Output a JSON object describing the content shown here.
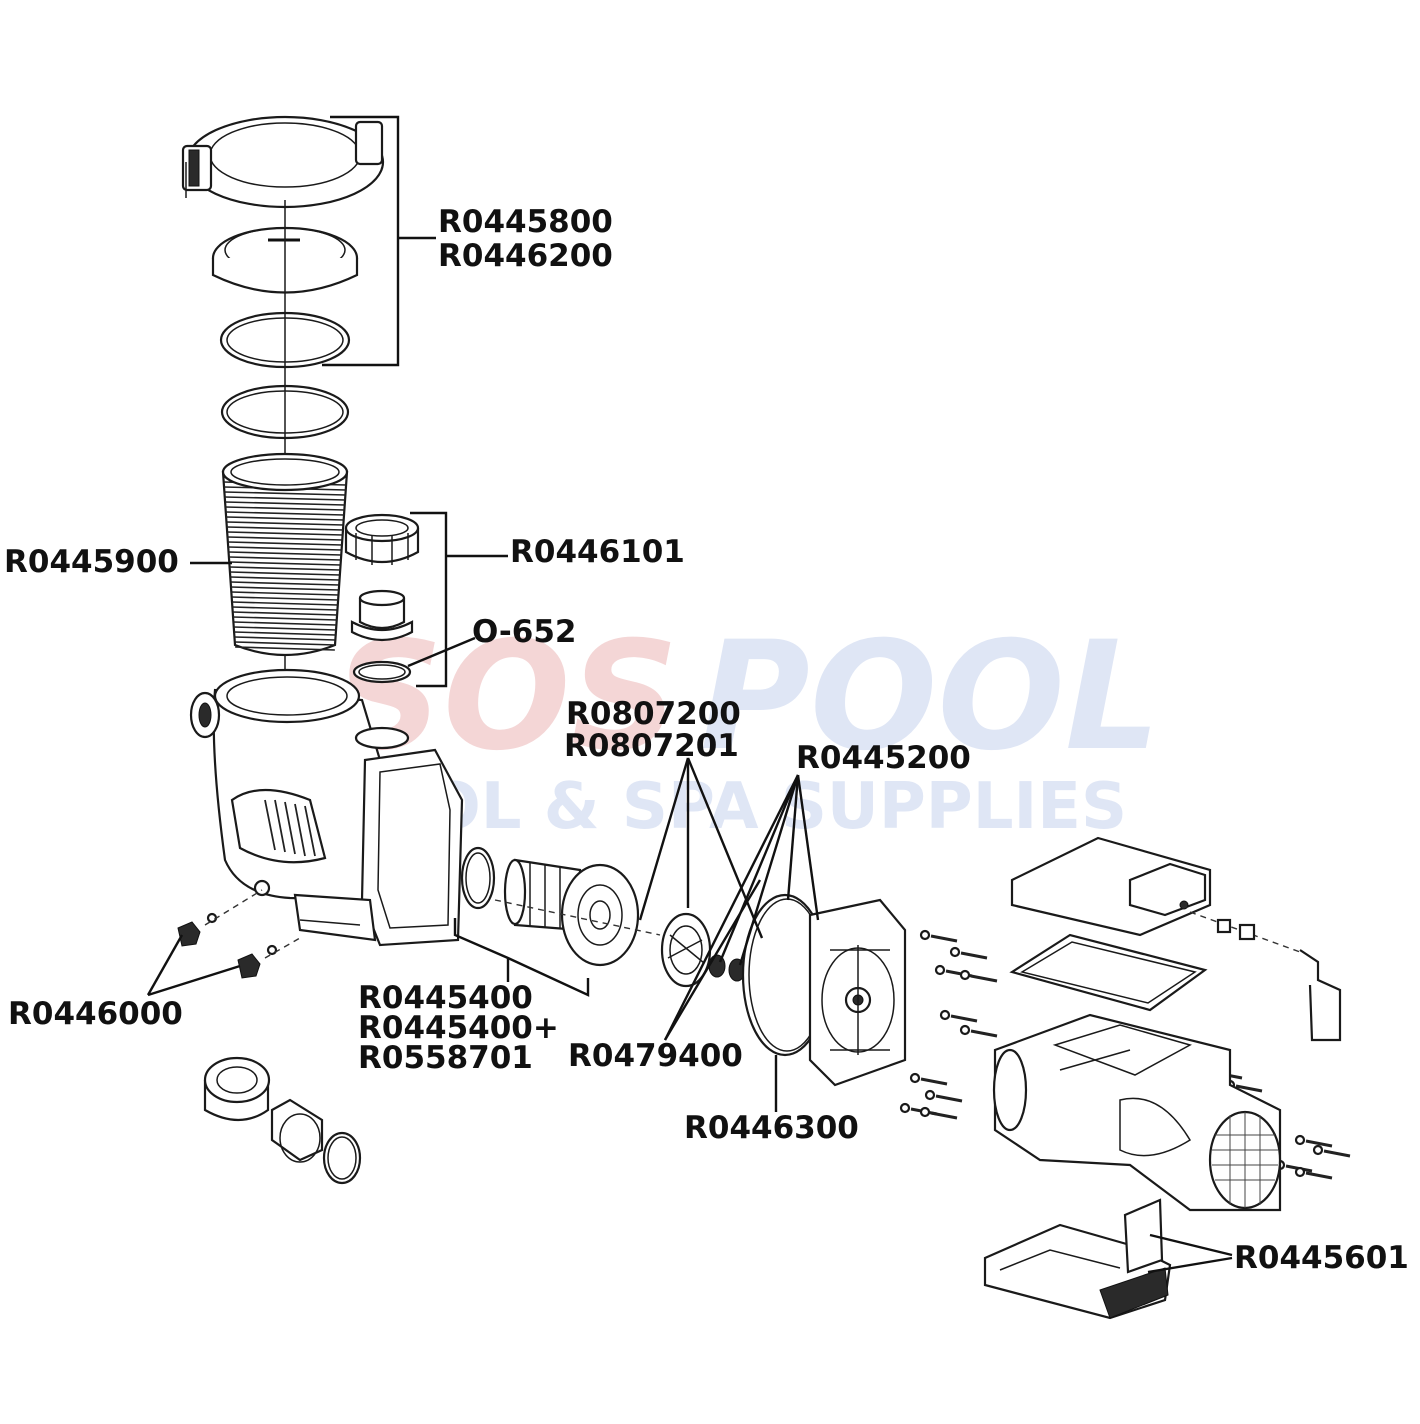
{
  "watermark": {
    "line1a": "SOS",
    "line1b": "POOL",
    "line2": "POOL & SPA SUPPLIES",
    "color1": "#f4d6d6",
    "color2": "#dfe6f5"
  },
  "labels": {
    "lid_1": "R0445800",
    "lid_2": "R0446200",
    "basket": "R0445900",
    "union": "R0446101",
    "oring": "O-652",
    "impeller_1": "R0807200",
    "impeller_2": "R0807201",
    "seal_plate": "R0445200",
    "diffuser_1": "R0445400",
    "diffuser_2": "R0445400+",
    "diffuser_3": "R0558701",
    "drain_plug": "R0446000",
    "shaft_seal": "R0479400",
    "gasket": "R0446300",
    "base": "R0445601"
  },
  "colors": {
    "line": "#111111",
    "part_fill": "#ffffff",
    "part_stroke": "#1a1a1a"
  }
}
